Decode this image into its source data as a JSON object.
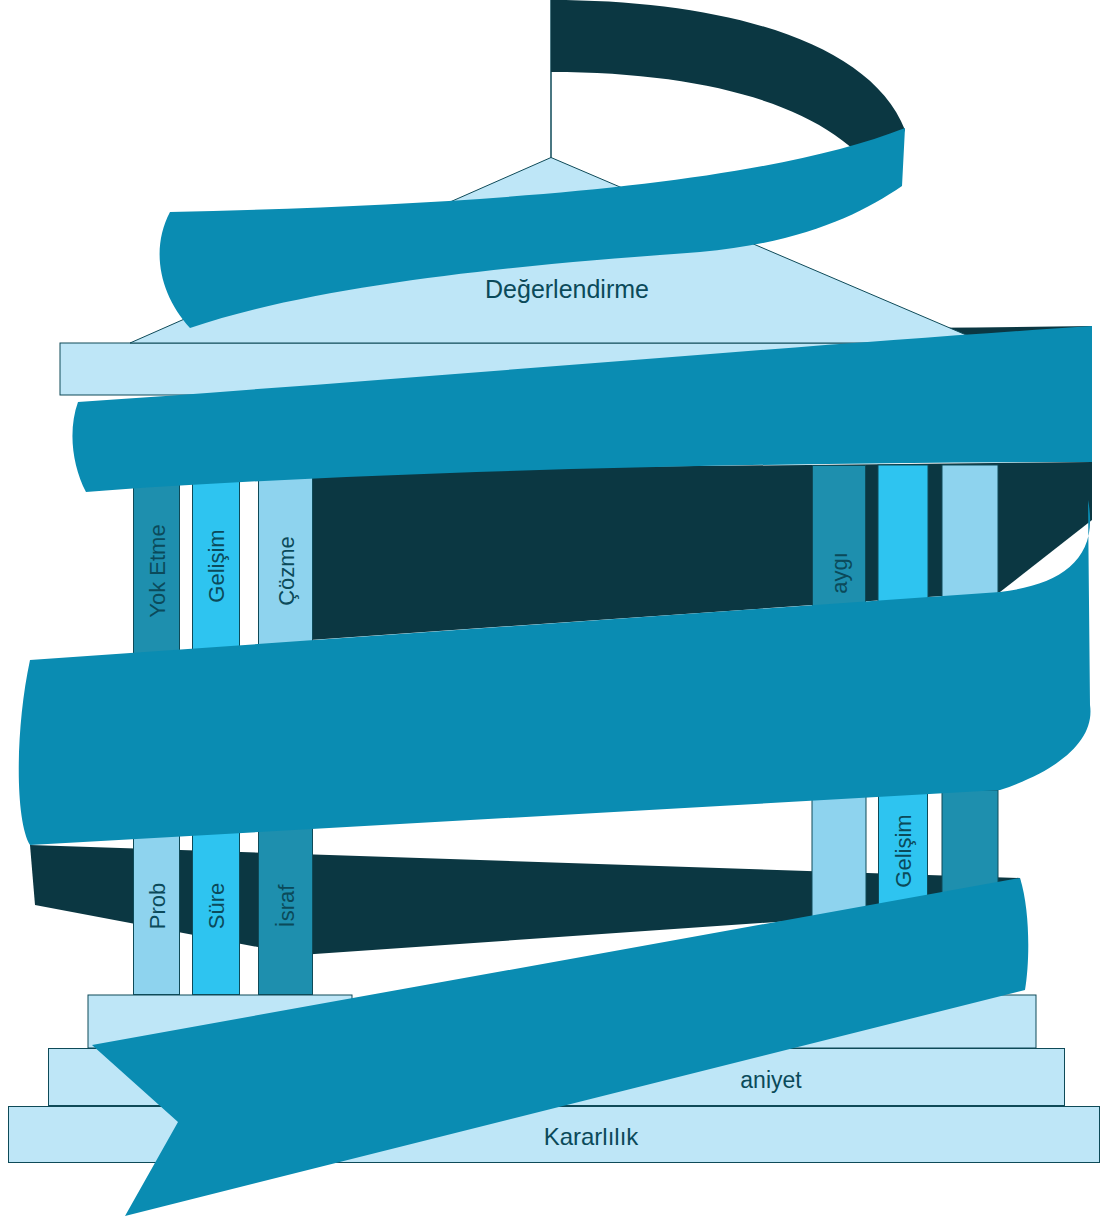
{
  "diagram": {
    "nodes": [
      {
        "text": [
          "Değerlendirme"
        ]
      },
      {
        "text": [
          "Yok Etme"
        ]
      },
      {
        "text": [
          "Gelişim"
        ]
      },
      {
        "text": [
          "Çözme"
        ]
      },
      {
        "text": [
          "aygı"
        ]
      },
      {
        "text": [
          "Prob"
        ]
      },
      {
        "text": [
          "Süre"
        ]
      },
      {
        "text": [
          "İsraf"
        ]
      },
      {
        "text": [
          "Gelişim"
        ]
      },
      {
        "text": [
          "aniyet"
        ]
      },
      {
        "text": [
          "Kararlılık"
        ]
      }
    ]
  }
}
